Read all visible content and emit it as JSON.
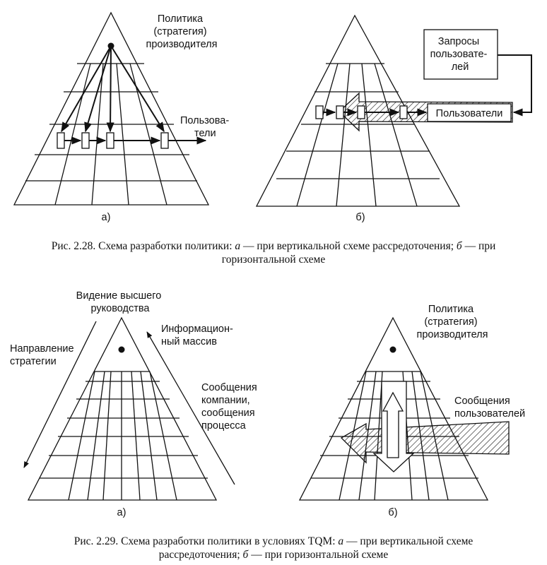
{
  "figure_228": {
    "panel_a": {
      "label": "а)",
      "top_text": [
        "Политика",
        "(стратегия)",
        "производителя"
      ],
      "users_text": [
        "Пользова-",
        "тели"
      ]
    },
    "panel_b": {
      "label": "б)",
      "requests_text": [
        "Запросы",
        "пользовате-",
        "лей"
      ],
      "users_text": "Пользователи"
    },
    "caption": {
      "line1_prefix": "Рис. 2.28. Схема разработки политики: ",
      "a_letter": "а",
      "line1_mid": " — при вертикальной схеме рассредоточения; ",
      "b_letter": "б",
      "line1_suffix": " — при",
      "line2": "горизонтальной схеме"
    }
  },
  "figure_229": {
    "panel_a": {
      "label": "а)",
      "top_text": [
        "Видение высшего",
        "руководства"
      ],
      "left_text": [
        "Направление",
        "стратегии"
      ],
      "right_top_text": [
        "Информацион-",
        "ный массив"
      ],
      "right_text": [
        "Сообщения",
        "компании,",
        "сообщения",
        "процесса"
      ]
    },
    "panel_b": {
      "label": "б)",
      "top_text": [
        "Политика",
        "(стратегия)",
        "производителя"
      ],
      "right_text": [
        "Сообщения",
        "пользователей"
      ]
    },
    "caption": {
      "line1_prefix": "Рис. 2.29. Схема разработки политики в условиях TQM: ",
      "a_letter": "а",
      "line1_suffix": " — при вертикальной схеме",
      "line2_prefix": "рассредоточения; ",
      "b_letter": "б",
      "line2_suffix": " — при горизонтальной схеме"
    }
  }
}
